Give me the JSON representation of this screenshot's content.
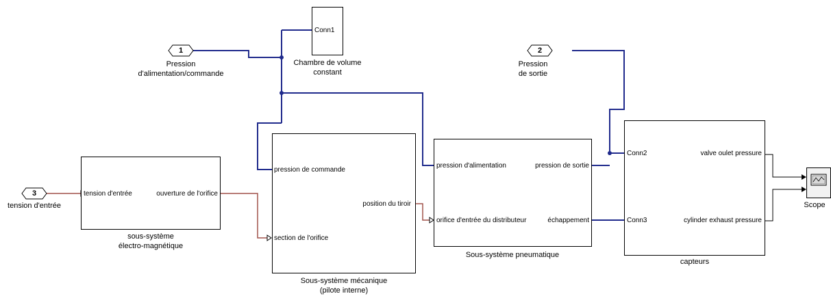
{
  "colors": {
    "physical_line": "#1f2a8c",
    "signal_line": "#a0524a",
    "block_border": "#000000",
    "scope_fill": "#d8d8d8"
  },
  "tags": {
    "in1": {
      "number": "1",
      "label": "Pression\nd'alimentation/commande"
    },
    "in2": {
      "number": "2",
      "label": "Pression\nde sortie"
    },
    "in3": {
      "number": "3",
      "label": "tension d'entrée"
    }
  },
  "blocks": {
    "chamber": {
      "caption": "Chambre de volume\nconstant",
      "ports": {
        "conn1": "Conn1"
      }
    },
    "electro": {
      "caption": "sous-système\nélectro-magnétique",
      "ports": {
        "in": "tension d'entrée",
        "out": "ouverture de l'orifice"
      }
    },
    "meca": {
      "caption": "Sous-système mécanique\n(pilote interne)",
      "ports": {
        "in1": "pression de commande",
        "in2": "section de l'orifice",
        "out": "position du tiroir"
      }
    },
    "pneu": {
      "caption": "Sous-système pneumatique",
      "ports": {
        "in1": "pression d'alimentation",
        "in2": "orifice d'entrée du distributeur",
        "out1": "pression de sortie",
        "out2": "échappement"
      }
    },
    "capteurs": {
      "caption": "capteurs",
      "ports": {
        "conn2": "Conn2",
        "conn3": "Conn3",
        "out1": "valve oulet  pressure",
        "out2": "cylinder exhaust  pressure"
      }
    },
    "scope": {
      "caption": "Scope",
      "icon": "scope-icon"
    }
  }
}
